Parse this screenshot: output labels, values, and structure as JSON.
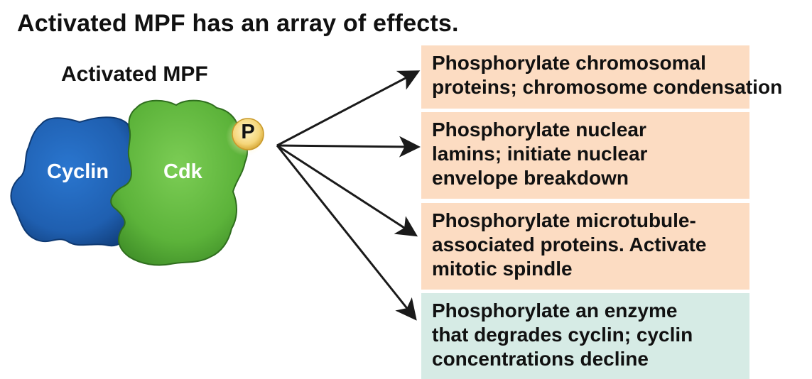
{
  "title": "Activated MPF has an array of effects.",
  "complex": {
    "label": "Activated MPF",
    "cyclin_label": "Cyclin",
    "cdk_label": "Cdk",
    "phosphate_label": "P"
  },
  "effects": [
    {
      "style": "orange",
      "lines": [
        "Phosphorylate chromosomal",
        "proteins; chromosome condensation"
      ]
    },
    {
      "style": "orange",
      "lines": [
        "Phosphorylate nuclear",
        "lamins; initiate nuclear",
        "envelope breakdown"
      ]
    },
    {
      "style": "orange",
      "lines": [
        "Phosphorylate microtubule-",
        "associated proteins. Activate",
        "mitotic spindle"
      ]
    },
    {
      "style": "teal",
      "lines": [
        "Phosphorylate an enzyme",
        "that degrades cyclin; cyclin",
        "concentrations decline"
      ]
    }
  ],
  "colors": {
    "orange_box": "#fcdcc2",
    "teal_box": "#d6ebe5",
    "cyclin": "#1f5fb0",
    "cdk": "#5cb33a",
    "phosphate": "#f5d67a"
  }
}
